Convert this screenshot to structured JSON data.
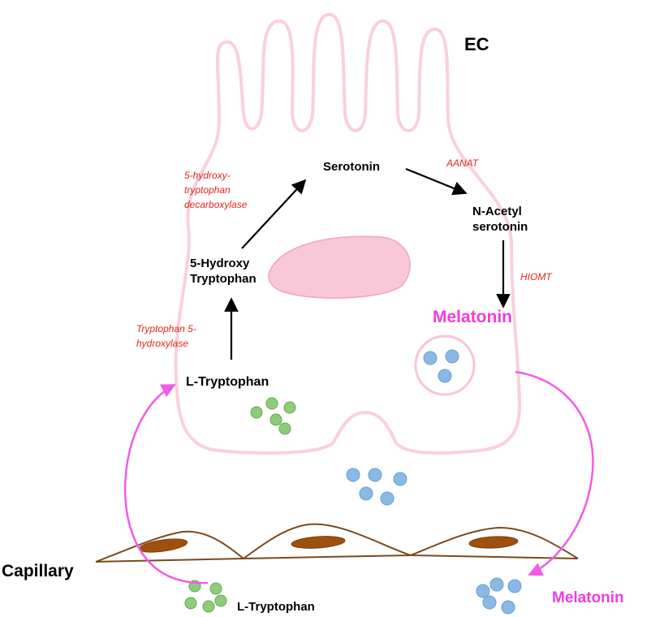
{
  "labels": {
    "ec": "EC",
    "serotonin": "Serotonin",
    "aanat": "AANAT",
    "n_acetyl_line1": "N-Acetyl",
    "n_acetyl_line2": "serotonin",
    "hiomt": "HIOMT",
    "melatonin_cell": "Melatonin",
    "decarboxylase_line1": "5-hydroxy-",
    "decarboxylase_line2": "tryptophan",
    "decarboxylase_line3": "decarboxylase",
    "hydroxy_trp_line1": "5-Hydroxy",
    "hydroxy_trp_line2": "Tryptophan",
    "hydroxylase_line1": "Tryptophan 5-",
    "hydroxylase_line2": "hydroxylase",
    "l_trp_cell": "L-Tryptophan",
    "capillary": "Capillary",
    "l_trp_blood": "L-Tryptophan",
    "melatonin_blood": "Melatonin"
  },
  "colors": {
    "cell_outline": "#f9d0dd",
    "nucleus": "#f8c8d8",
    "enzyme_text": "#e8251f",
    "melatonin": "#f03ce0",
    "transport_arrow": "#f25be6",
    "granule_green": "#8fcc7a",
    "granule_blue": "#8ab9e6",
    "capillary_line": "#7a4a1e",
    "capillary_nucleus": "#a0500e"
  }
}
